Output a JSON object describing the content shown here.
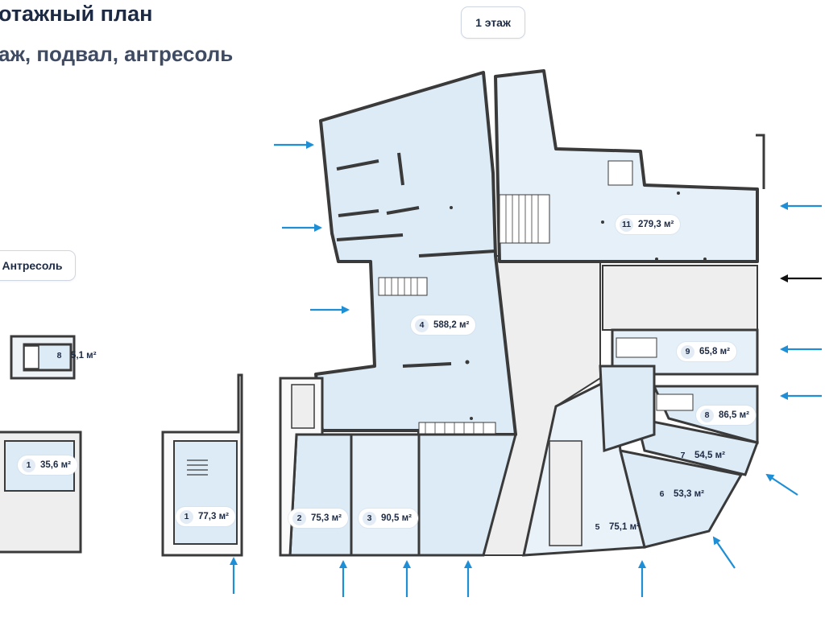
{
  "header": {
    "title": "отажный план",
    "subtitle": "аж, подвал, антресоль"
  },
  "floor_tabs": {
    "first_floor": "1 этаж",
    "mezzanine": "Антресоль"
  },
  "colors": {
    "room_fill": "#dcebf6",
    "common_fill": "#eeeeee",
    "wall": "#3a3a3a",
    "entrance_arrow": "#1e8fd6",
    "service_arrow": "#111111",
    "badge_fill": "#e3ebf5"
  },
  "rooms": [
    {
      "number": "8",
      "area": "5,1 м²"
    },
    {
      "number": "1",
      "area": "35,6 м²"
    },
    {
      "number": "1",
      "area": "77,3 м²"
    },
    {
      "number": "2",
      "area": "75,3 м²"
    },
    {
      "number": "3",
      "area": "90,5 м²"
    },
    {
      "number": "4",
      "area": "588,2 м²"
    },
    {
      "number": "5",
      "area": "75,1 м²"
    },
    {
      "number": "6",
      "area": "53,3 м²"
    },
    {
      "number": "7",
      "area": "54,5 м²"
    },
    {
      "number": "8",
      "area": "86,5 м²"
    },
    {
      "number": "9",
      "area": "65,8 м²"
    },
    {
      "number": "11",
      "area": "279,3 м²"
    }
  ],
  "entrance_icons": [
    "entrance-arrow-icon",
    "service-entrance-arrow-icon"
  ]
}
